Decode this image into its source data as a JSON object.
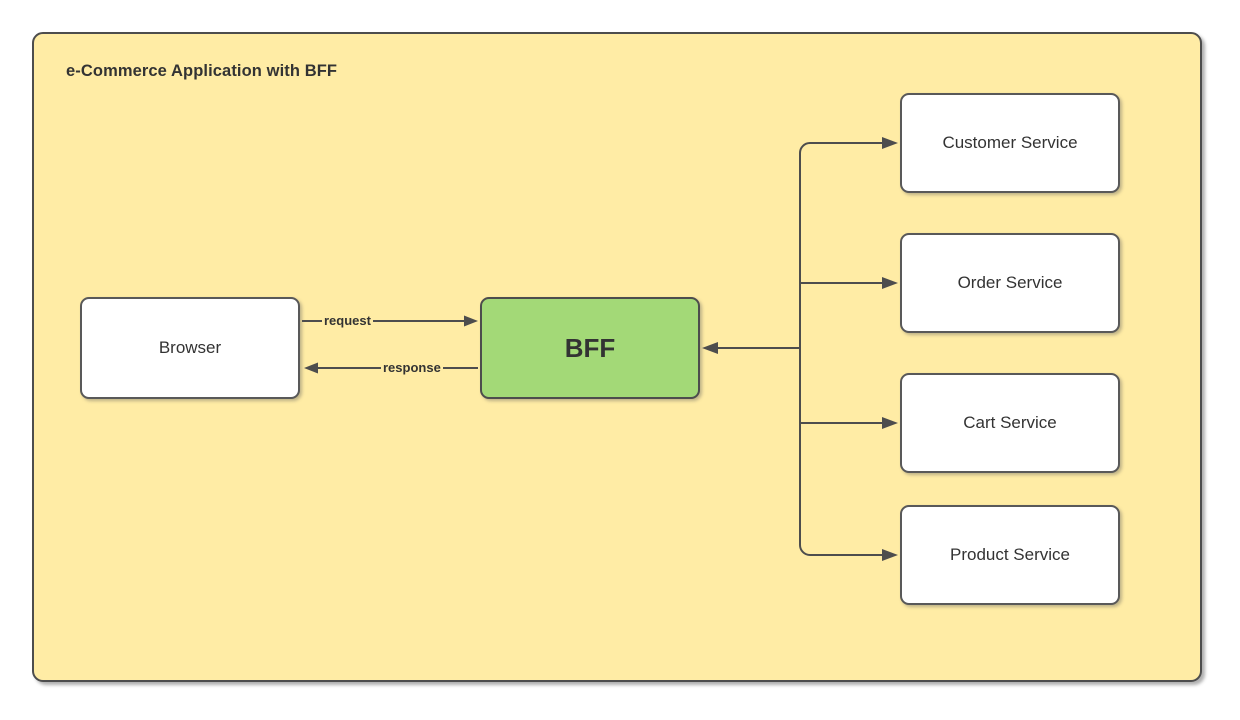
{
  "diagram": {
    "title": "e-Commerce Application with BFF",
    "type": "architecture-diagram",
    "colors": {
      "container_fill": "#ffeca5",
      "container_border": "#4d4d4d",
      "node_fill": "#ffffff",
      "node_border": "#595959",
      "bff_fill": "#a3d977",
      "edge_stroke": "#4d4d4d",
      "text": "#333333",
      "page_background": "#ffffff"
    }
  },
  "nodes": {
    "browser": {
      "label": "Browser"
    },
    "bff": {
      "label": "BFF"
    },
    "customer_service": {
      "label": "Customer Service"
    },
    "order_service": {
      "label": "Order Service"
    },
    "cart_service": {
      "label": "Cart Service"
    },
    "product_service": {
      "label": "Product Service"
    }
  },
  "edges": {
    "request": {
      "label": "request",
      "from": "browser",
      "to": "bff"
    },
    "response": {
      "label": "response",
      "from": "bff",
      "to": "browser"
    },
    "bff_to_customer": {
      "label": "",
      "from": "bff",
      "to": "customer_service"
    },
    "bff_to_order": {
      "label": "",
      "from": "bff",
      "to": "order_service"
    },
    "bff_to_cart": {
      "label": "",
      "from": "bff",
      "to": "cart_service"
    },
    "bff_to_product": {
      "label": "",
      "from": "bff",
      "to": "product_service"
    },
    "services_to_bff": {
      "label": "",
      "from": "services-trunk",
      "to": "bff"
    }
  }
}
